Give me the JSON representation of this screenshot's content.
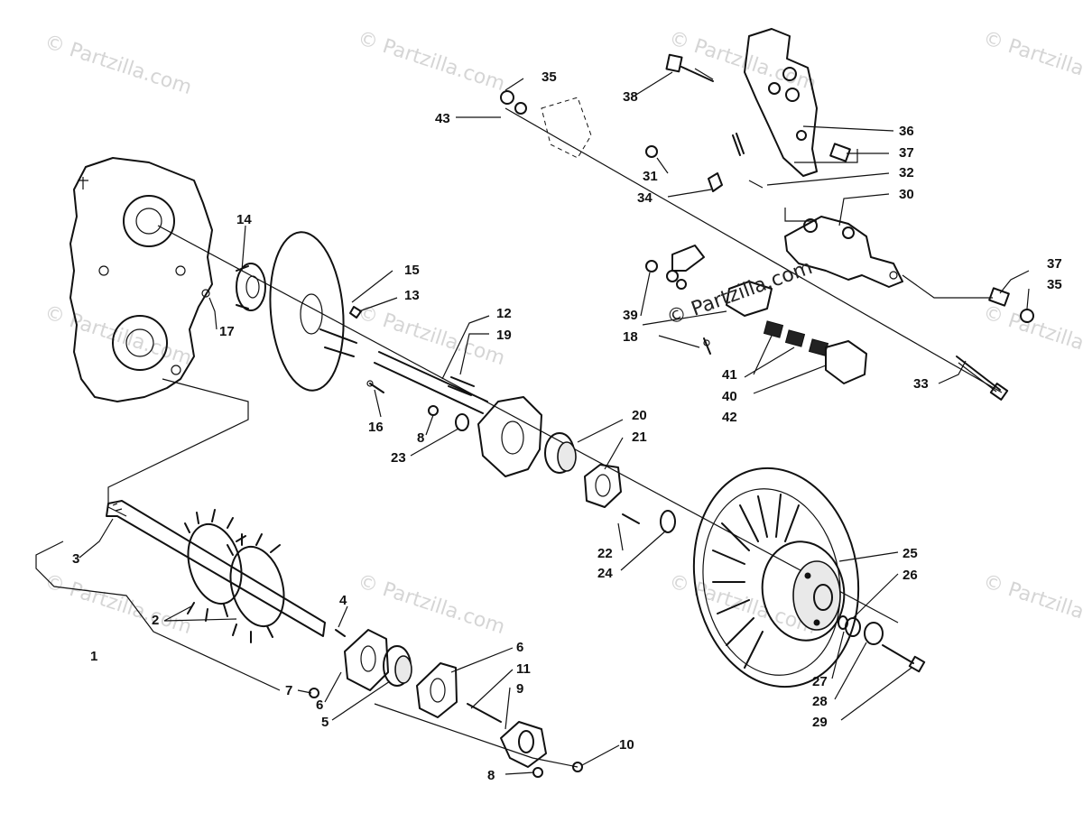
{
  "diagram": {
    "watermark": "© Partzilla.com",
    "callouts": {
      "n1": "1",
      "n2": "2",
      "n3": "3",
      "n4": "4",
      "n5": "5",
      "n6a": "6",
      "n6b": "6",
      "n7": "7",
      "n8a": "8",
      "n8b": "8",
      "n9": "9",
      "n10": "10",
      "n11": "11",
      "n12": "12",
      "n13": "13",
      "n14": "14",
      "n15": "15",
      "n16": "16",
      "n17": "17",
      "n18": "18",
      "n19": "19",
      "n20": "20",
      "n21": "21",
      "n22": "22",
      "n23": "23",
      "n24": "24",
      "n25": "25",
      "n26": "26",
      "n27": "27",
      "n28": "28",
      "n29": "29",
      "n30": "30",
      "n31": "31",
      "n32": "32",
      "n33": "33",
      "n34": "34",
      "n35a": "35",
      "n35b": "35",
      "n36": "36",
      "n37a": "37",
      "n37b": "37",
      "n38": "38",
      "n39": "39",
      "n40": "40",
      "n41": "41",
      "n42": "42",
      "n43": "43"
    }
  }
}
